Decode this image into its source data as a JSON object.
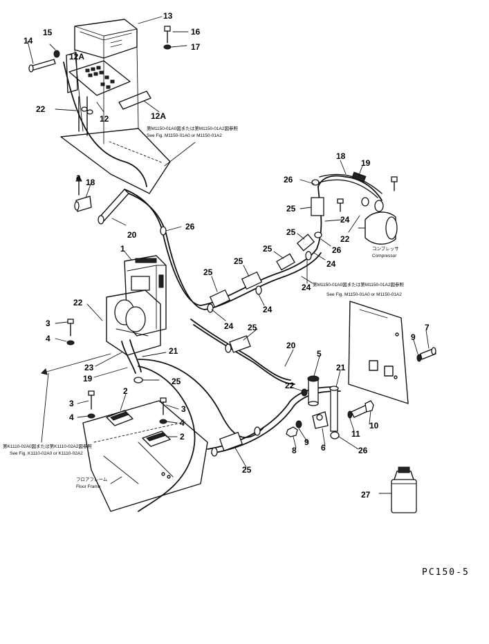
{
  "drawing_code": "PC150-5",
  "part_labels": [
    {
      "key": "p13",
      "text": "13"
    },
    {
      "key": "p15",
      "text": "15"
    },
    {
      "key": "p14",
      "text": "14"
    },
    {
      "key": "p16",
      "text": "16"
    },
    {
      "key": "p17",
      "text": "17"
    },
    {
      "key": "p12A_top",
      "text": "12A"
    },
    {
      "key": "p22_top",
      "text": "22"
    },
    {
      "key": "p12",
      "text": "12"
    },
    {
      "key": "p12A_right",
      "text": "12A"
    },
    {
      "key": "pa",
      "text": "a"
    },
    {
      "key": "p18_left",
      "text": "18"
    },
    {
      "key": "p20_left",
      "text": "20"
    },
    {
      "key": "p26_mid",
      "text": "26"
    },
    {
      "key": "p18_right",
      "text": "18"
    },
    {
      "key": "p19_right",
      "text": "19"
    },
    {
      "key": "p26_upper",
      "text": "26"
    },
    {
      "key": "p25_a",
      "text": "25"
    },
    {
      "key": "p24_a",
      "text": "24"
    },
    {
      "key": "p22_right",
      "text": "22"
    },
    {
      "key": "p25_b",
      "text": "25"
    },
    {
      "key": "p26_b",
      "text": "26"
    },
    {
      "key": "p25_c",
      "text": "25"
    },
    {
      "key": "p24_b",
      "text": "24"
    },
    {
      "key": "p25_d",
      "text": "25"
    },
    {
      "key": "p24_c",
      "text": "24"
    },
    {
      "key": "p25_e",
      "text": "25"
    },
    {
      "key": "p24_d",
      "text": "24"
    },
    {
      "key": "p1",
      "text": "1"
    },
    {
      "key": "p22_left",
      "text": "22"
    },
    {
      "key": "p3_a",
      "text": "3"
    },
    {
      "key": "p4_a",
      "text": "4"
    },
    {
      "key": "p24_e",
      "text": "24"
    },
    {
      "key": "p25_f",
      "text": "25"
    },
    {
      "key": "p7",
      "text": "7"
    },
    {
      "key": "p9_a",
      "text": "9"
    },
    {
      "key": "p20_right",
      "text": "20"
    },
    {
      "key": "p5",
      "text": "5"
    },
    {
      "key": "p21_a",
      "text": "21"
    },
    {
      "key": "p23",
      "text": "23"
    },
    {
      "key": "p19_left",
      "text": "19"
    },
    {
      "key": "p25_g",
      "text": "25"
    },
    {
      "key": "p21_b",
      "text": "21"
    },
    {
      "key": "p22_mid",
      "text": "22"
    },
    {
      "key": "p3_b",
      "text": "3"
    },
    {
      "key": "p2_a",
      "text": "2"
    },
    {
      "key": "p3_c",
      "text": "3"
    },
    {
      "key": "p4_b",
      "text": "4"
    },
    {
      "key": "p4_c",
      "text": "4"
    },
    {
      "key": "p2_b",
      "text": "2"
    },
    {
      "key": "p10",
      "text": "10"
    },
    {
      "key": "p11",
      "text": "11"
    },
    {
      "key": "p9_b",
      "text": "9"
    },
    {
      "key": "p8",
      "text": "8"
    },
    {
      "key": "p6",
      "text": "6"
    },
    {
      "key": "p26_low",
      "text": "26"
    },
    {
      "key": "p25_h",
      "text": "25"
    },
    {
      "key": "p27",
      "text": "27"
    }
  ],
  "notes": {
    "ref_top_jp": "第M1150-01A0図または第M1150-01A2図参照",
    "ref_top_en": "See Fig. M1150-01A0 or M1150-01A2",
    "ref_mid_jp": "第M1150-01A0図または第M1150-01A2図参照",
    "ref_mid_en": "See Fig. M1150-01A0 or M1150-01A2",
    "ref_left_jp": "第K1110-02A0図または第K1110-02A2図参照",
    "ref_left_en": "See Fig. K1110-02A0 or K1110-02A2",
    "compressor_jp": "コンプレッサ",
    "compressor_en": "Compressor",
    "floor_jp": "フロアフレーム",
    "floor_en": "Floor Frame"
  }
}
